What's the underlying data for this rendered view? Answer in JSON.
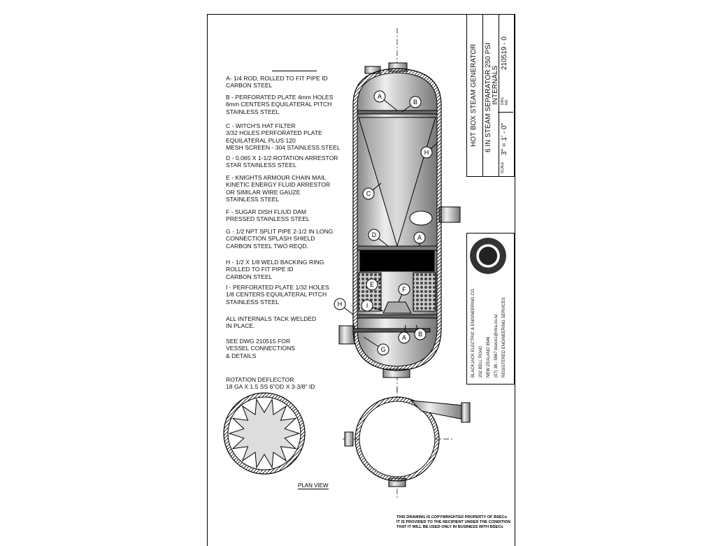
{
  "notes": [
    "A- 1/4 ROD, ROLLED TO FIT PIPE ID\nCARBON STEEL",
    "B - PERFORATED PLATE 4mm HOLES\n6mm CENTERS EQUILATERAL PITCH\nSTAINLESS STEEL",
    "C - WITCH'S HAT FILTER\n3/32 HOLES PERFORATED PLATE\nEQUILATERAL PLUS 120\nMESH SCREEN - 304 STAINLESS STEEL",
    "D - 0.065 X 1-1/2 ROTATION ARRESTOR\nSTAR STAINLESS STEEL",
    "E - KNIGHTS ARMOUR CHAIN MAIL\nKINETIC ENERGY FLUID ARRESTOR\nOR SIMILAR WIRE GAUZE\nSTAINLESS STEEL",
    "F - SUGAR DISH FLIUD DAM\nPRESSED STAINLESS STEEL",
    "G - 1/2 NPT SPLIT PIPE 2-1/2 IN LONG\nCONNECTION SPLASH SHIELD\nCARBON STEEL TWO REQD.",
    "H - 1/2 X 1/8 WELD BACKING RING\nROLLED TO FIT PIPE ID\nCARBON STEEL",
    "I - PERFORATED PLATE 1/32 HOLES\n1/8 CENTERS EQUILATERAL PITCH\nSTAINLESS STEEL",
    "ALL INTERNALS TACK WELDED\nIN PLACE.",
    "SEE DWG 210515 FOR\nVESSEL CONNECTIONS\n& DETAILS",
    "ROTATION DEFLECTOR\n18 GA X 1.5 SS 6\"OD X 3-3/8\" ID"
  ],
  "labels": [
    "A",
    "B",
    "H",
    "C",
    "D",
    "A",
    "E",
    "F",
    "I",
    "H",
    "A",
    "B",
    "G"
  ],
  "plan_view": "PLAN VIEW",
  "title_block": {
    "title": "HOT BOX STEAM GENERATOR",
    "subtitle": "6 IN STEAM SEPARATOR 250 PSI",
    "sub2": "INTERNALS",
    "drawing_no": "210519 - 0",
    "scale": "3\" = 1' - 0\"",
    "scale_label": "SCALE",
    "drn": "DRG\nNO"
  },
  "company": {
    "lines": [
      "BLACKJACK ELECTRIC & ENGINEERING CO.",
      "202 BELL ROAD",
      "NEW ZEALAND 3546",
      "(07) 38 - 5567      bseco1@xtra.co.nz",
      "REGISTERED ENGINEERING SERVICES"
    ]
  },
  "copyright": "THIS DRAWING IS COPYWRIGHTED PROPERTY OF BSECo\nIT IS PROVIDED TO THE RECIPIENT UNDER THE CONDITION\nTHAT IT WILL BE USED ONLY IN BUSINESS WITH BSECo"
}
